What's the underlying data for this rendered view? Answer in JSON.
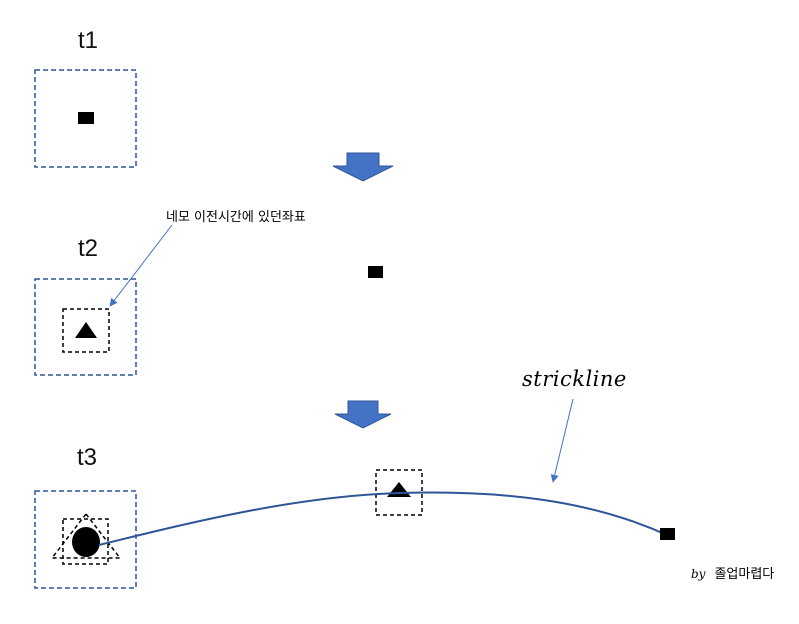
{
  "stages": {
    "t1": {
      "label": "t1"
    },
    "t2": {
      "label": "t2"
    },
    "t3": {
      "label": "t3"
    }
  },
  "annotations": {
    "previous_box": "네모 이전시간에 있던좌표",
    "curve_name": "strickline"
  },
  "credit": {
    "by": "by",
    "name": "졸업마렵다"
  },
  "colors": {
    "frame_border": "#2F5597",
    "arrow_fill": "#4472C4",
    "arrow_stroke": "#2F5597",
    "curve": "#2F5597",
    "pointer": "#4472C4",
    "marker": "#000000"
  },
  "icons": {
    "down_arrow": "down-arrow-icon",
    "square_marker": "square-marker-icon",
    "triangle_marker": "triangle-marker-icon",
    "circle_marker": "circle-marker-icon"
  }
}
